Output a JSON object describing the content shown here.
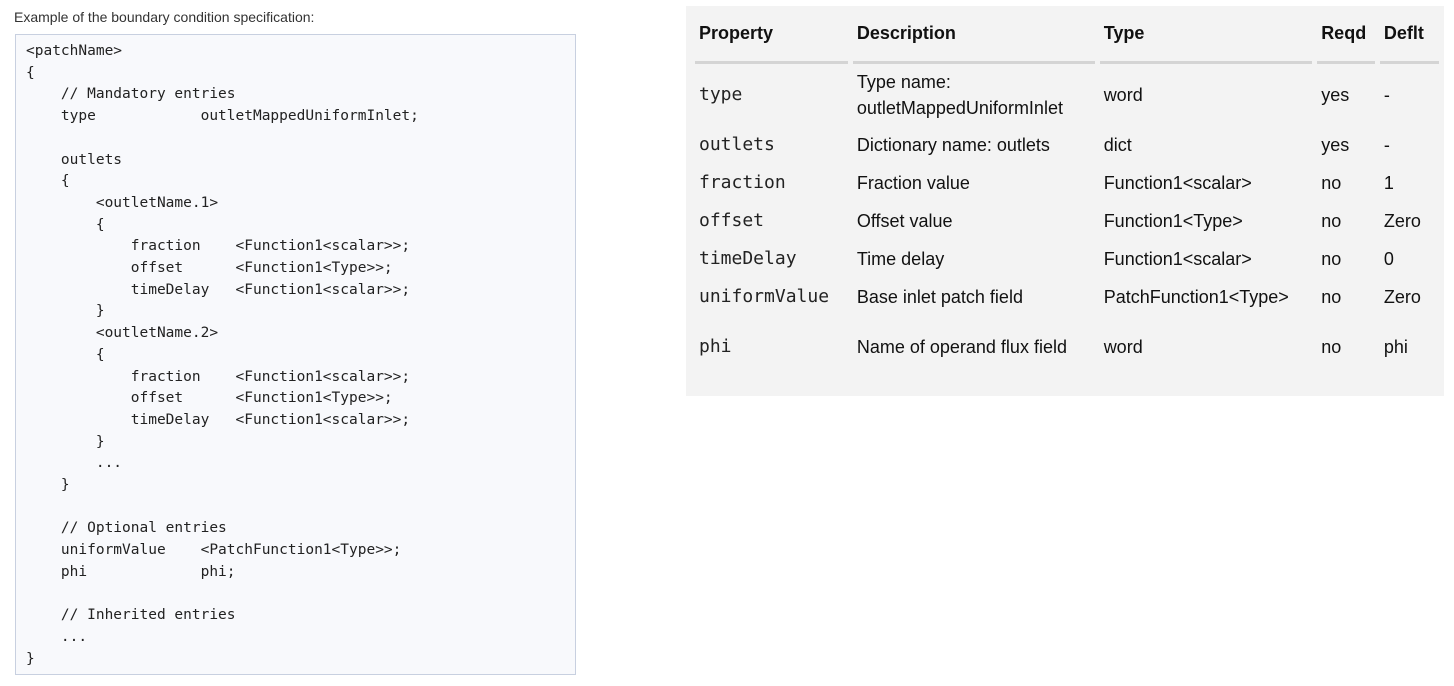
{
  "caption": "Example of the boundary condition specification:",
  "code": "<patchName>\n{\n    // Mandatory entries\n    type            outletMappedUniformInlet;\n\n    outlets\n    {\n        <outletName.1>\n        {\n            fraction    <Function1<scalar>>;\n            offset      <Function1<Type>>;\n            timeDelay   <Function1<scalar>>;\n        }\n        <outletName.2>\n        {\n            fraction    <Function1<scalar>>;\n            offset      <Function1<Type>>;\n            timeDelay   <Function1<scalar>>;\n        }\n        ...\n    }\n\n    // Optional entries\n    uniformValue    <PatchFunction1<Type>>;\n    phi             phi;\n\n    // Inherited entries\n    ...\n}",
  "table": {
    "headers": [
      "Property",
      "Description",
      "Type",
      "Reqd",
      "Deflt"
    ],
    "rows": [
      [
        "type",
        "Type name: outletMappedUniformInlet",
        "word",
        "yes",
        "-"
      ],
      [
        "outlets",
        "Dictionary name: outlets",
        "dict",
        "yes",
        "-"
      ],
      [
        "fraction",
        "Fraction value",
        "Function1<scalar>",
        "no",
        "1"
      ],
      [
        "offset",
        "Offset value",
        "Function1<Type>",
        "no",
        "Zero"
      ],
      [
        "timeDelay",
        "Time delay",
        "Function1<scalar>",
        "no",
        "0"
      ],
      [
        "uniformValue",
        "Base inlet patch field",
        "PatchFunction1<Type>",
        "no",
        "Zero"
      ],
      [
        "phi",
        "Name of operand flux field",
        "word",
        "no",
        "phi"
      ]
    ]
  }
}
